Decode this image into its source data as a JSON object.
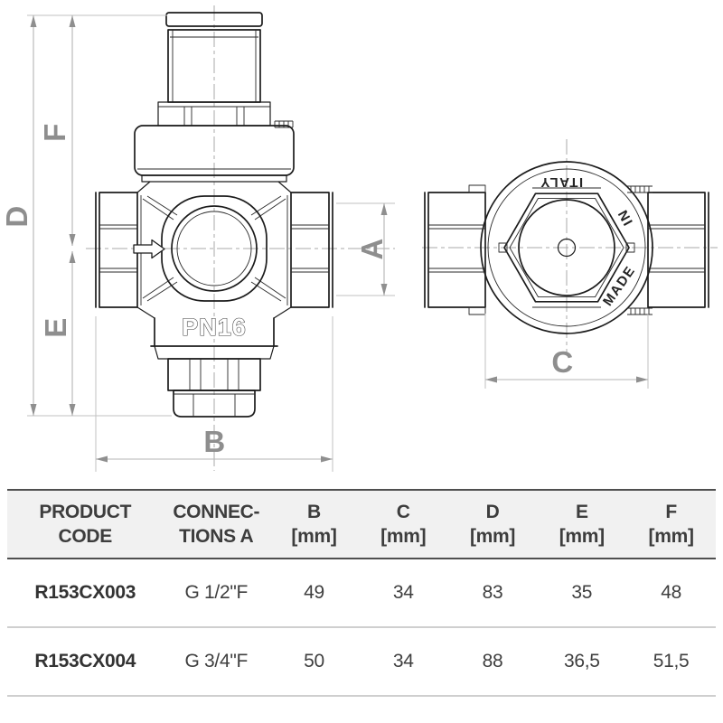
{
  "drawing": {
    "views": {
      "front": {
        "marking": "PN16",
        "flow_arrow_icon": "flow-direction-arrow"
      },
      "bottom": {
        "engraving": {
          "word1": "MADE",
          "word2": "IN",
          "word3": "ITALY"
        }
      }
    },
    "dims": {
      "A": "A",
      "B": "B",
      "C": "C",
      "D": "D",
      "E": "E",
      "F": "F"
    }
  },
  "table": {
    "headers": [
      {
        "line1": "PRODUCT",
        "line2": "CODE"
      },
      {
        "line1": "CONNEC-",
        "line2": "TIONS A"
      },
      {
        "line1": "B",
        "line2": "[mm]"
      },
      {
        "line1": "C",
        "line2": "[mm]"
      },
      {
        "line1": "D",
        "line2": "[mm]"
      },
      {
        "line1": "E",
        "line2": "[mm]"
      },
      {
        "line1": "F",
        "line2": "[mm]"
      }
    ],
    "rows": [
      {
        "code": "R153CX003",
        "connection": "G 1/2\"F",
        "b": "49",
        "c": "34",
        "d": "83",
        "e": "35",
        "f": "48"
      },
      {
        "code": "R153CX004",
        "connection": "G 3/4\"F",
        "b": "50",
        "c": "34",
        "d": "88",
        "e": "36,5",
        "f": "51,5"
      }
    ]
  },
  "colors": {
    "outline": "#1c1c1c",
    "dimension_label": "#8e8e8e",
    "dimension_line": "#b5b5b5",
    "centerline": "#a9a9a9",
    "header_bg": "#f1f1f1",
    "table_text": "#3d3d3d"
  }
}
